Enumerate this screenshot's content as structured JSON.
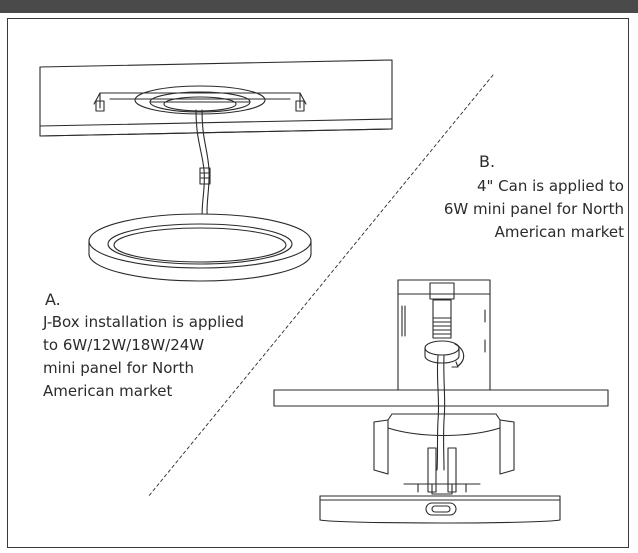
{
  "section_a": {
    "letter": "A.",
    "lines": [
      "J-Box installation is applied",
      "to 6W/12W/18W/24W",
      "mini panel for North",
      "American market"
    ]
  },
  "section_b": {
    "letter": "B.",
    "lines": [
      "4\" Can is applied to",
      "6W mini panel for North",
      "American market"
    ]
  },
  "colors": {
    "line": "#2b2b2b",
    "top_bar": "#4a4a4a",
    "background": "#ffffff"
  }
}
